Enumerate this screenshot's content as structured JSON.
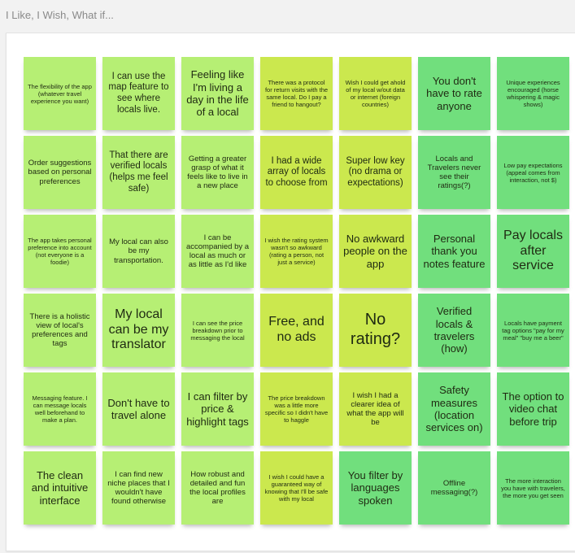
{
  "board": {
    "title": "I Like, I Wish, What if..."
  },
  "colors": {
    "lime": "#b6ef74",
    "yellow": "#cbe84e",
    "green": "#71df7d"
  },
  "notes": [
    [
      {
        "text": "The flexibility of the app (whatever travel experience you want)",
        "color": "lime",
        "size": "xs"
      },
      {
        "text": "I can use the map feature to see where locals live.",
        "color": "lime",
        "size": "md"
      },
      {
        "text": "Feeling like I'm living a day in the life of a local",
        "color": "lime",
        "size": "lg"
      },
      {
        "text": "There was a protocol for return visits with the same local. Do I pay a friend to hangout?",
        "color": "yellow",
        "size": "xs"
      },
      {
        "text": "Wish I could get ahold of my local w/out data or internet (foreign countries)",
        "color": "yellow",
        "size": "xs"
      },
      {
        "text": "You don't have to rate anyone",
        "color": "green",
        "size": "lg"
      },
      {
        "text": "Unique experiences encouraged (horse whispering & magic shows)",
        "color": "green",
        "size": "xs"
      }
    ],
    [
      {
        "text": "Order suggestions based on personal preferences",
        "color": "lime",
        "size": "sm"
      },
      {
        "text": "That there are verified locals (helps me feel safe)",
        "color": "lime",
        "size": "md"
      },
      {
        "text": "Getting a greater grasp of what it feels like to live in a new place",
        "color": "lime",
        "size": "sm"
      },
      {
        "text": "I had a wide array of locals to choose from",
        "color": "yellow",
        "size": "md"
      },
      {
        "text": "Super low key (no drama or expectations)",
        "color": "yellow",
        "size": "md"
      },
      {
        "text": "Locals and Travelers never see their ratings(?)",
        "color": "green",
        "size": "sm"
      },
      {
        "text": "Low pay expectations (appeal comes from interaction, not $)",
        "color": "green",
        "size": "xs"
      }
    ],
    [
      {
        "text": "The app takes personal preference into account (not everyone is a foodie)",
        "color": "lime",
        "size": "xs"
      },
      {
        "text": "My local can also be my transportation.",
        "color": "lime",
        "size": "sm"
      },
      {
        "text": "I can be accompanied by a local as much or as little as I'd like",
        "color": "lime",
        "size": "sm"
      },
      {
        "text": "I wish the rating system wasn't so awkward (rating a person, not just a service)",
        "color": "yellow",
        "size": "xs"
      },
      {
        "text": "No awkward people on the app",
        "color": "yellow",
        "size": "lg"
      },
      {
        "text": "Personal thank you notes feature",
        "color": "green",
        "size": "lg"
      },
      {
        "text": "Pay locals after service",
        "color": "green",
        "size": "xl"
      }
    ],
    [
      {
        "text": "There is a holistic view of local's preferences and tags",
        "color": "lime",
        "size": "sm"
      },
      {
        "text": "My local can be my translator",
        "color": "lime",
        "size": "xl"
      },
      {
        "text": "I can see the price breakdown prior to messaging the local",
        "color": "lime",
        "size": "xs"
      },
      {
        "text": "Free, and no ads",
        "color": "yellow",
        "size": "xl"
      },
      {
        "text": "No rating?",
        "color": "yellow",
        "size": "xxl"
      },
      {
        "text": "Verified locals & travelers (how)",
        "color": "green",
        "size": "lg"
      },
      {
        "text": "Locals have payment tag options \"pay for my meal\" \"buy me a beer\"",
        "color": "green",
        "size": "xs"
      }
    ],
    [
      {
        "text": "Messaging feature. I can message locals well beforehand to make a plan.",
        "color": "lime",
        "size": "xs"
      },
      {
        "text": "Don't have to travel alone",
        "color": "lime",
        "size": "lg"
      },
      {
        "text": "I can filter by price & highlight tags",
        "color": "lime",
        "size": "lg"
      },
      {
        "text": "The price breakdown was a little more specific so I didn't have to haggle",
        "color": "yellow",
        "size": "xs"
      },
      {
        "text": "I wish I had a clearer idea of what the app will be",
        "color": "yellow",
        "size": "sm"
      },
      {
        "text": "Safety measures (location services on)",
        "color": "green",
        "size": "lg"
      },
      {
        "text": "The option to video chat before trip",
        "color": "green",
        "size": "lg"
      }
    ],
    [
      {
        "text": "The clean and intuitive interface",
        "color": "lime",
        "size": "lg"
      },
      {
        "text": "I can find new niche places that I wouldn't have found otherwise",
        "color": "lime",
        "size": "sm"
      },
      {
        "text": "How robust and detailed and fun the local profiles are",
        "color": "lime",
        "size": "sm"
      },
      {
        "text": "I wish I could have a guaranteed way of knowing that I'll be safe with my local",
        "color": "yellow",
        "size": "xs"
      },
      {
        "text": "You filter by languages spoken",
        "color": "green",
        "size": "lg"
      },
      {
        "text": "Offline messaging(?)",
        "color": "green",
        "size": "sm"
      },
      {
        "text": "The more interaction you have with travelers, the more you get seen",
        "color": "green",
        "size": "xs"
      }
    ]
  ]
}
